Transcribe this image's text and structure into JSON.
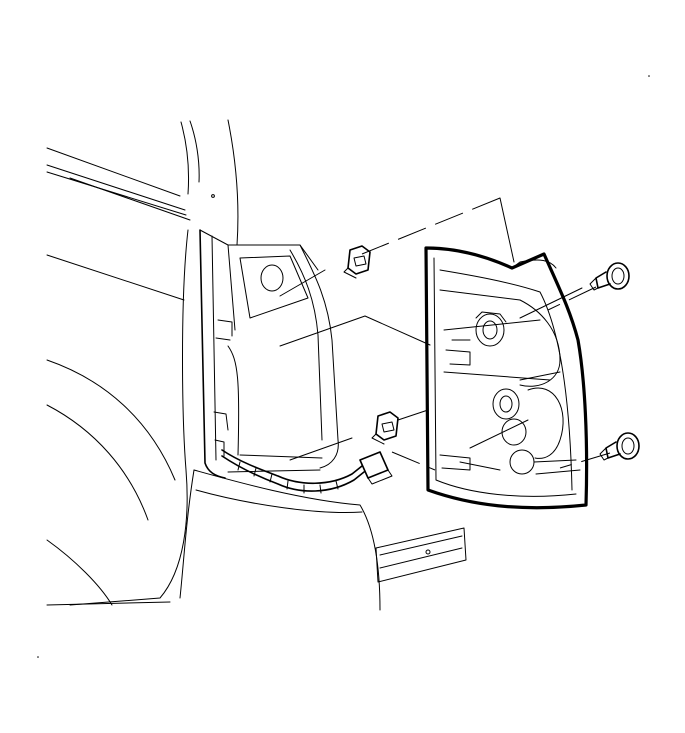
{
  "figure": {
    "kind": "exploded-view line drawing",
    "stroke_color": "#000000",
    "background_color": "#ffffff",
    "parts": [
      "vehicle-rear-quarter-body",
      "tail-lamp-pocket",
      "wiring-harness",
      "harness-connector",
      "clip-upper",
      "clip-lower",
      "tail-lamp-assembly",
      "screw-upper",
      "screw-lower",
      "rear-bumper-step"
    ]
  }
}
